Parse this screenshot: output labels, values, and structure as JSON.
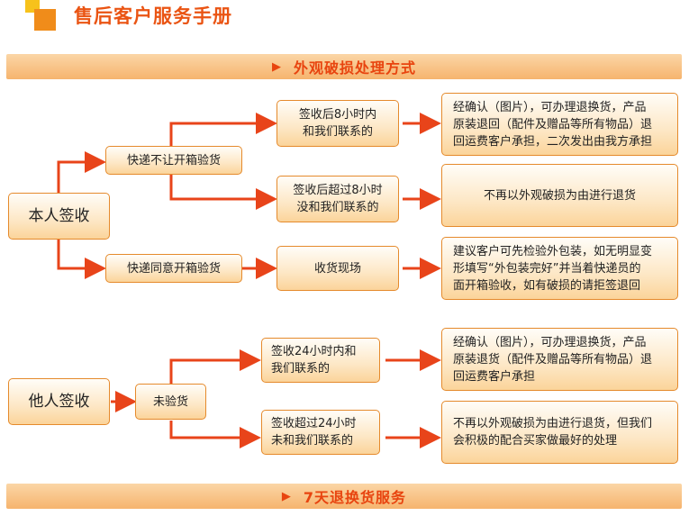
{
  "header": {
    "title": "售后客户服务手册"
  },
  "sections": {
    "top": "外观破损处理方式",
    "bottom": "7天退换货服务"
  },
  "nodes": {
    "self_sign": "本人签收",
    "no_open": "快递不让开箱验货",
    "open": "快递同意开箱验货",
    "within8": "签收后8小时内\n和我们联系的",
    "over8": "签收后超过8小时\n没和我们联系的",
    "receive_site": "收货现场",
    "result1": "经确认（图片），可办理退换货，产品\n原装退回（配件及赠品等所有物品）退\n回运费客户承担，二次发出由我方承担",
    "result2": "不再以外观破损为由进行退货",
    "result3": "建议客户可先检验外包装，如无明显变\n形填写“外包装完好”并当着快递员的\n面开箱验收，如有破损的请拒签退回",
    "other_sign": "他人签收",
    "not_checked": "未验货",
    "within24": "签收24小时内和\n我们联系的",
    "over24": "签收超过24小时\n未和我们联系的",
    "result4": "经确认（图片），可办理退换货，产品\n原装退货（配件及赠品等所有物品）退\n回运费客户承担",
    "result5": "不再以外观破损为由进行退货，但我们\n会积极的配合买家做最好的处理"
  },
  "colors": {
    "accent": "#ea5413",
    "line": "#e8441a",
    "box_border": "#e58a2c"
  }
}
